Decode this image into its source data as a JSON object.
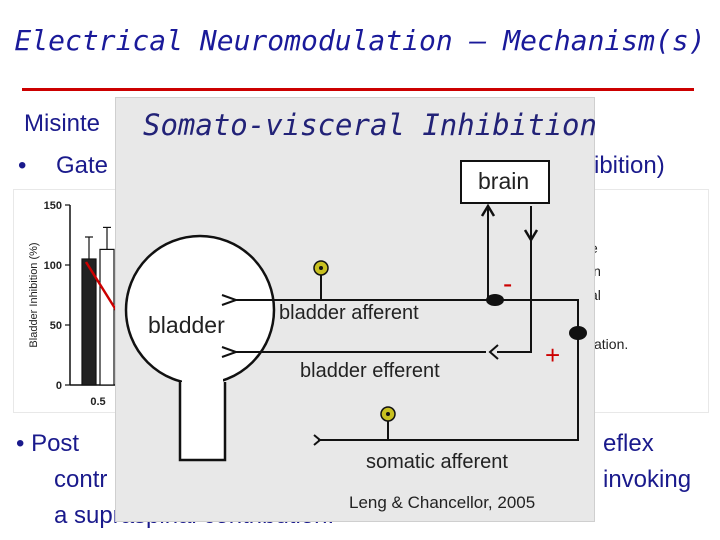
{
  "slide": {
    "title": "Electrical Neuromodulation – Mechanism(s)",
    "line1": "Misinte",
    "line2_bullet": "•",
    "line2_left": "Gate",
    "line2_right": "ibition)",
    "line3_left": "• Post",
    "line3_right": "eflex",
    "line4_left": "contr",
    "line4_right": "invoking",
    "line5": "a supraspinal contribution."
  },
  "chart_side_text": [
    "e",
    "in",
    "al",
    "ation."
  ],
  "chart_data": {
    "type": "bar",
    "ylabel": "Bladder Inhibition (%)",
    "yticks": [
      0,
      50,
      100,
      150
    ],
    "ylim": [
      0,
      150
    ],
    "categories": [
      "0.5"
    ],
    "series": [
      {
        "values": [
          105
        ]
      },
      {
        "values": [
          113
        ]
      }
    ]
  },
  "overlay": {
    "title": "Somato-visceral Inhibition",
    "brain": "brain",
    "bladder": "bladder",
    "bladder_afferent": "bladder afferent",
    "bladder_efferent": "bladder efferent",
    "somatic_afferent": "somatic afferent",
    "minus": "-",
    "plus": "+",
    "citation": "Leng & Chancellor, 2005"
  },
  "colors": {
    "title": "#1a1a9a",
    "text": "#1a1a8c",
    "rule": "#cc0000",
    "node_yellow": "#c8c020",
    "sign_red": "#cc0000"
  }
}
